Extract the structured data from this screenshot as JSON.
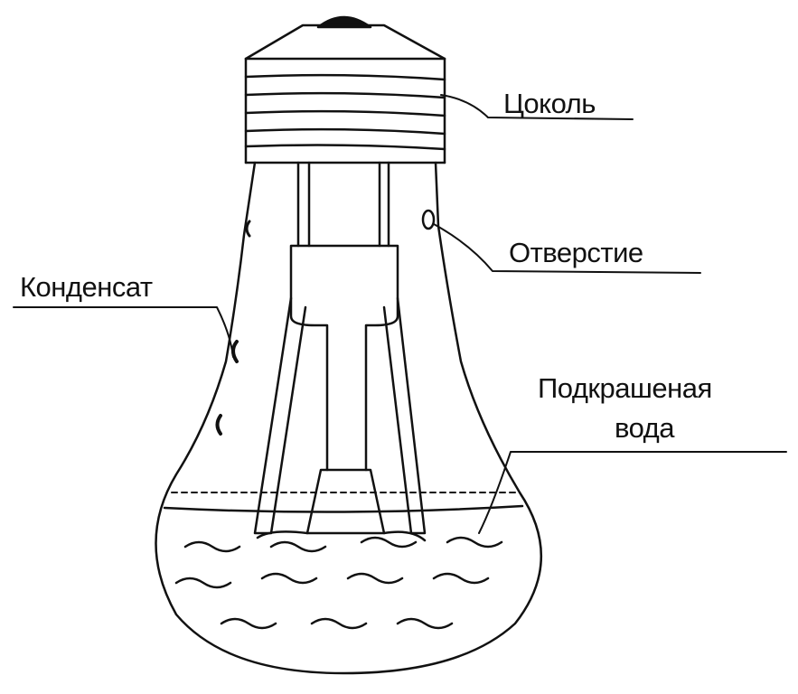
{
  "labels": {
    "base": "Цоколь",
    "hole": "Отверстие",
    "condensate": "Конденсат",
    "water_line1": "Подкрашеная",
    "water_line2": "вода"
  },
  "colors": {
    "ink": "#111111",
    "background": "#ffffff"
  }
}
